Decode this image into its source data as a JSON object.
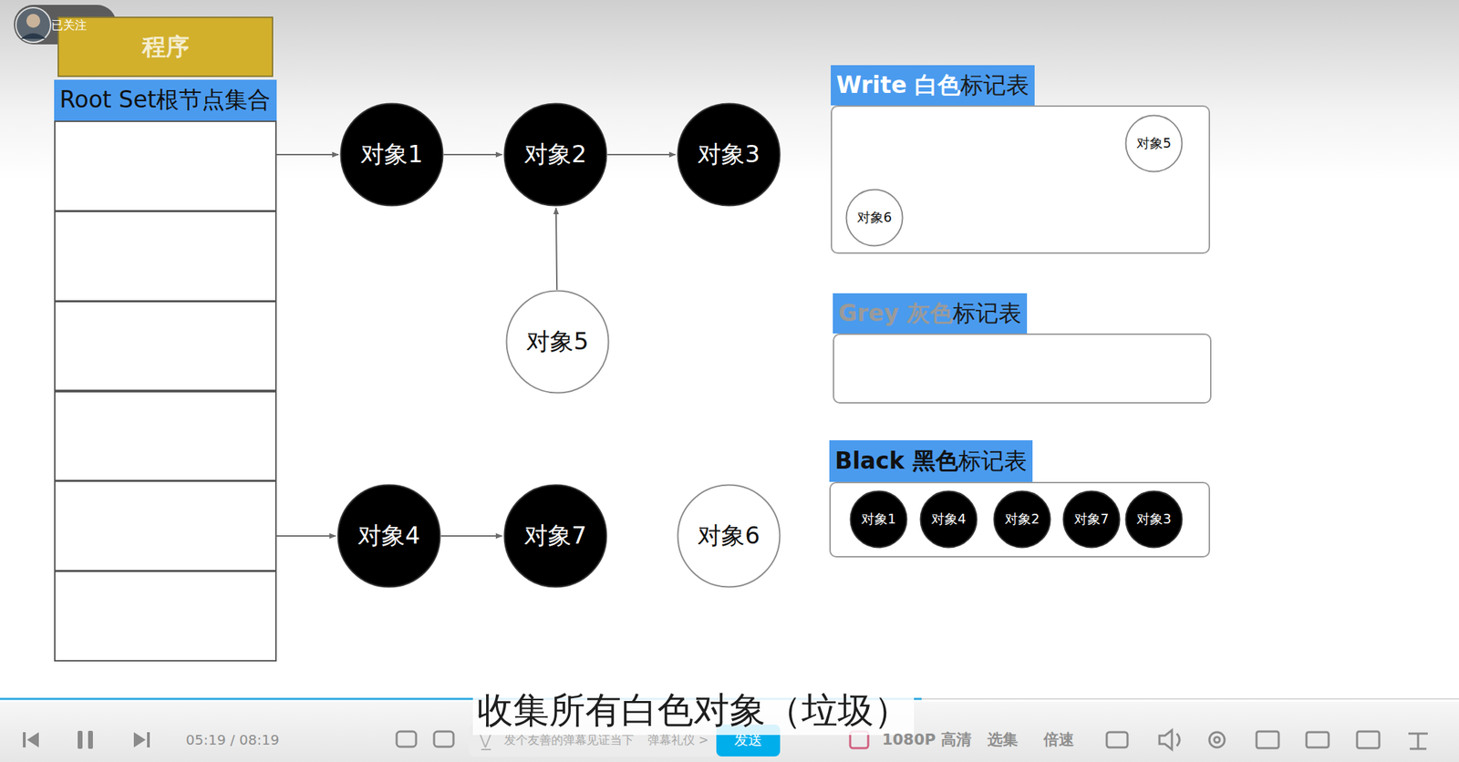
{
  "diagram": {
    "caption": "收集所有白色对象（垃圾）",
    "nodes": [
      {
        "text": [
          "程序"
        ]
      },
      {
        "text": [
          "Root Set根节点集合"
        ]
      },
      {
        "text": [
          "对象1"
        ]
      },
      {
        "text": [
          "对象2"
        ]
      },
      {
        "text": [
          "对象3"
        ]
      },
      {
        "text": [
          "Write 白色",
          "标记表"
        ]
      },
      {
        "text": [
          "对象5"
        ],
        "in": 5
      },
      {
        "text": [
          "对象6"
        ],
        "in": 5
      },
      {
        "text": [
          "对象5"
        ]
      },
      {
        "text": [
          "Grey 灰色",
          "标记表"
        ]
      },
      {
        "text": [
          "Black 黑色",
          "标记表"
        ]
      },
      {
        "text": [
          "对象1"
        ],
        "in": 10
      },
      {
        "text": [
          "对象4"
        ],
        "in": 10
      },
      {
        "text": [
          "对象2"
        ],
        "in": 10
      },
      {
        "text": [
          "对象7"
        ],
        "in": 10
      },
      {
        "text": [
          "对象3"
        ],
        "in": 10
      },
      {
        "text": [
          "对象4"
        ]
      },
      {
        "text": [
          "对象7"
        ]
      },
      {
        "text": [
          "对象6"
        ]
      }
    ],
    "edges": [
      {
        "from": 1,
        "to": 2,
        "arrow": "to"
      },
      {
        "from": 2,
        "to": 3,
        "arrow": "to"
      },
      {
        "from": 3,
        "to": 4,
        "arrow": "to"
      },
      {
        "from": 8,
        "to": 3,
        "arrow": "to"
      },
      {
        "from": 1,
        "to": 16,
        "arrow": "to"
      },
      {
        "from": 16,
        "to": 17,
        "arrow": "to"
      }
    ],
    "labels": [
      "已关注",
      "05:19 / 08:19",
      "发个友善的弹幕见证当下",
      "弹幕礼仪 >",
      "发送",
      "1080P 高清",
      "选集",
      "倍速"
    ]
  }
}
